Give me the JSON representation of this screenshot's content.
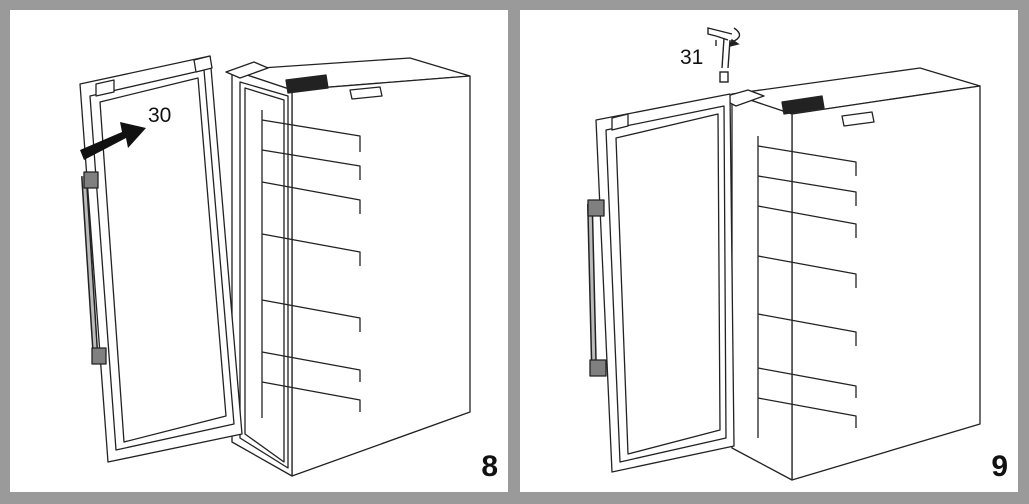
{
  "figures": [
    {
      "step": "8",
      "callout": "30"
    },
    {
      "step": "9",
      "callout": "31"
    }
  ],
  "colors": {
    "frame": "#9a9a9a",
    "panel": "#ffffff",
    "line": "#222222",
    "handle": "#808080",
    "arrow": "#111111"
  }
}
